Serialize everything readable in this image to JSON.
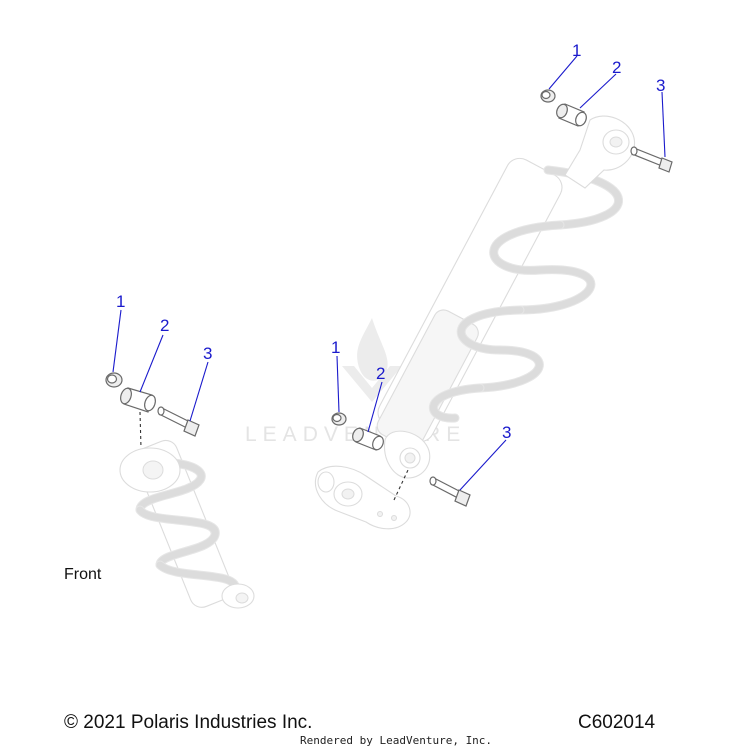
{
  "diagram": {
    "front_label": "Front",
    "copyright": "© 2021 Polaris Industries Inc.",
    "figure_code": "C602014",
    "rendered_by": "Rendered by LeadVenture, Inc.",
    "watermark": "LEADVENTURE",
    "callouts": {
      "upper_right": [
        "1",
        "2",
        "3"
      ],
      "left": [
        "1",
        "2",
        "3"
      ],
      "lower_middle": [
        "1",
        "2",
        "3"
      ]
    },
    "colors": {
      "callout": "#1a1acc",
      "part_stroke": "#6a6a6a",
      "ghost_stroke": "#dcdcdc",
      "watermark": "#e4e4e4"
    }
  }
}
